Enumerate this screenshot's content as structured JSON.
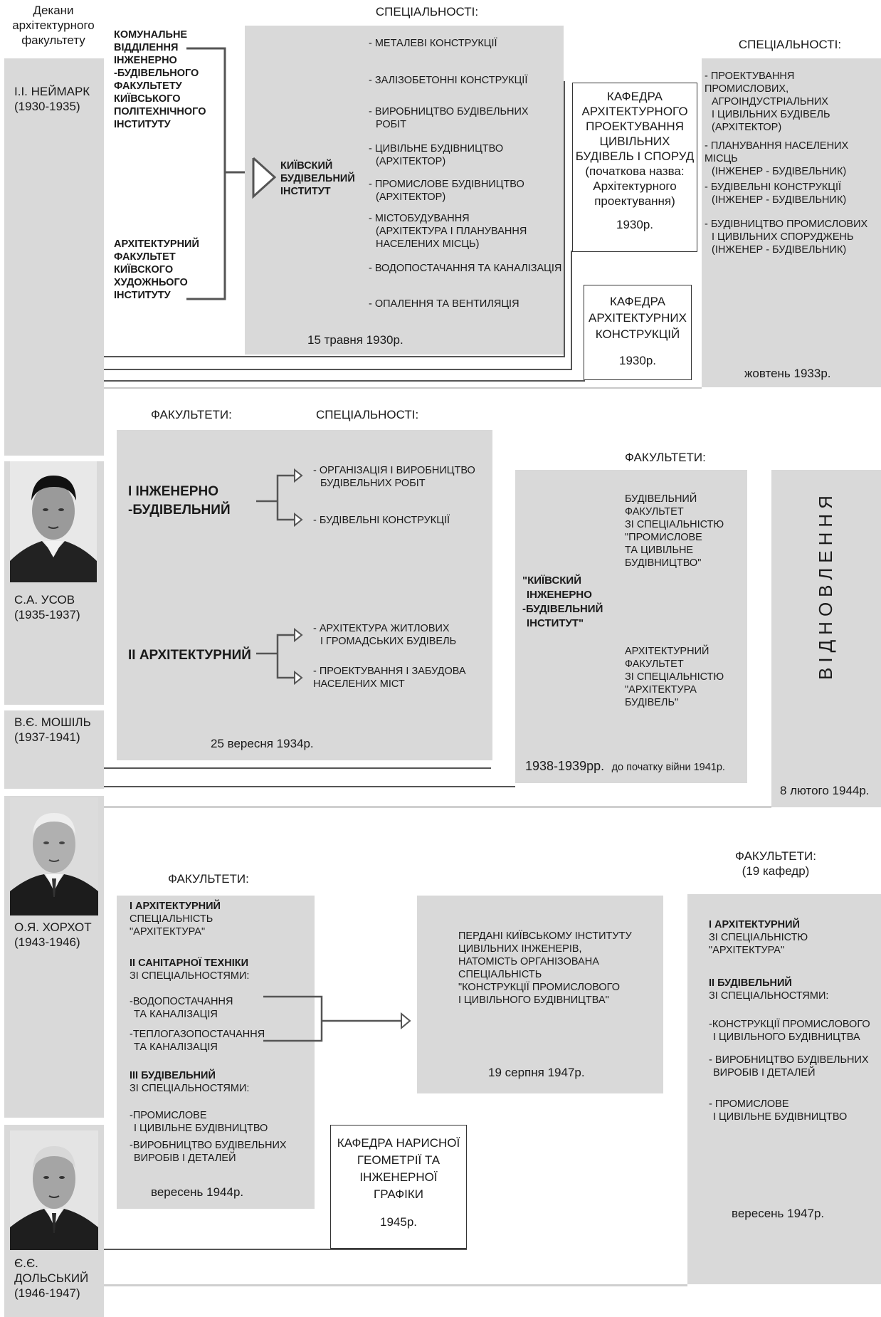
{
  "deans": {
    "header": [
      "Декани",
      "архітектурного",
      "факультету"
    ],
    "list": [
      {
        "name": "І.І. НЕЙМАРК",
        "years": "(1930-1935)"
      },
      {
        "name": "С.А. УСОВ",
        "years": "(1935-1937)"
      },
      {
        "name": "В.Є. МОШІЛЬ",
        "years": "(1937-1941)"
      },
      {
        "name": "О.Я. ХОРХОТ",
        "years": "(1943-1946)"
      },
      {
        "name": "Є.Є.",
        "name2": "ДОЛЬСЬКИЙ",
        "years": "(1946-1947)"
      }
    ]
  },
  "section1": {
    "origins": [
      [
        "КОМУНАЛЬНЕ",
        "ВІДДІЛЕННЯ",
        "ІНЖЕНЕРНО",
        "-БУДІВЕЛЬНОГО",
        "ФАКУЛЬТЕТУ",
        "КИЇВСЬКОГО",
        "ПОЛІТЕХНІЧНОГО",
        "ІНСТИТУТУ"
      ],
      [
        "АРХІТЕКТУРНИЙ",
        "ФАКУЛЬТЕТ",
        "КИЇВСКОГО",
        "ХУДОЖНЬОГО",
        "ІНСТИТУТУ"
      ]
    ],
    "institute": [
      "КИЇВСКИЙ",
      "БУДІВЕЛЬНИЙ",
      "ІНСТИТУТ"
    ],
    "spec_title": "СПЕЦІАЛЬНОСТІ:",
    "specs": [
      [
        "- МЕТАЛЕВІ КОНСТРУКЦІЇ"
      ],
      [
        "- ЗАЛІЗОБЕТОННІ КОНСТРУКЦІЇ"
      ],
      [
        "- ВИРОБНИЦТВО БУДІВЕЛЬНИХ",
        "  РОБІТ"
      ],
      [
        "- ЦИВІЛЬНЕ БУДІВНИЦТВО",
        "  (АРХІТЕКТОР)"
      ],
      [
        "- ПРОМИСЛОВЕ БУДІВНИЦТВО",
        "  (АРХІТЕКТОР)"
      ],
      [
        "- МІСТОБУДУВАННЯ",
        "  (АРХІТЕКТУРА І ПЛАНУВАННЯ",
        "  НАСЕЛЕНИХ МІСЦЬ)"
      ],
      [
        "- ВОДОПОСТАЧАННЯ ТА КАНАЛІЗАЦІЯ"
      ],
      [
        "- ОПАЛЕННЯ ТА ВЕНТИЛЯЦІЯ"
      ]
    ],
    "date": "15 травня 1930р.",
    "kafedra1": [
      "КАФЕДРА",
      "АРХІТЕКТУРНОГО",
      "ПРОЕКТУВАННЯ",
      "ЦИВІЛЬНИХ",
      "БУДІВЕЛЬ І СПОРУД",
      "(початкова назва:",
      "Архітектурного",
      "проектування)"
    ],
    "kafedra1_date": "1930р.",
    "kafedra2": [
      "КАФЕДРА",
      "АРХІТЕКТУРНИХ",
      "КОНСТРУКЦІЙ"
    ],
    "kafedra2_date": "1930р.",
    "spec2_title": "СПЕЦІАЛЬНОСТІ:",
    "specs2": [
      [
        "- ПРОЕКТУВАННЯ ПРОМИСЛОВИХ,",
        "  АГРОІНДУСТРІАЛЬНИХ",
        "  І ЦИВІЛЬНИХ БУДІВЕЛЬ",
        "  (АРХІТЕКТОР)"
      ],
      [
        "- ПЛАНУВАННЯ НАСЕЛЕНИХ МІСЦЬ",
        "  (ІНЖЕНЕР - БУДІВЕЛЬНИК)"
      ],
      [
        "- БУДІВЕЛЬНІ КОНСТРУКЦІЇ",
        "  (ІНЖЕНЕР - БУДІВЕЛЬНИК)"
      ],
      [
        "- БУДІВНИЦТВО ПРОМИСЛОВИХ",
        "  І ЦИВІЛЬНИХ СПОРУДЖЕНЬ",
        "  (ІНЖЕНЕР - БУДІВЕЛЬНИК)"
      ]
    ],
    "date2": "жовтень 1933р."
  },
  "section2": {
    "fac_title": "ФАКУЛЬТЕТИ:",
    "spec_title": "СПЕЦІАЛЬНОСТІ:",
    "fac1": [
      "І ІНЖЕНЕРНО",
      "-БУДІВЕЛЬНИЙ"
    ],
    "fac1_specs": [
      [
        "- ОРГАНІЗАЦІЯ І ВИРОБНИЦТВО",
        "  БУДІВЕЛЬНИХ РОБІТ"
      ],
      [
        "- БУДІВЕЛЬНІ КОНСТРУКЦІЇ"
      ]
    ],
    "fac2": "ІІ АРХІТЕКТУРНИЙ",
    "fac2_specs": [
      [
        "- АРХІТЕКТУРА ЖИТЛОВИХ",
        "  І ГРОМАДСЬКИХ БУДІВЕЛЬ"
      ],
      [
        "- ПРОЕКТУВАННЯ І ЗАБУДОВА",
        "НАСЕЛЕНИХ МІСТ"
      ]
    ],
    "date": "25 вересня 1934р.",
    "fac2_title": "ФАКУЛЬТЕТИ:",
    "kiev": [
      "\"КИЇВСКИЙ",
      "ІНЖЕНЕРНО",
      "-БУДІВЕЛЬНИЙ",
      "ІНСТИТУТ\""
    ],
    "bud_fac": [
      "БУДІВЕЛЬНИЙ",
      "ФАКУЛЬТЕТ",
      "ЗІ СПЕЦІАЛЬНІСТЮ",
      "\"ПРОМИСЛОВЕ",
      "ТА ЦИВІЛЬНЕ",
      "БУДІВНИЦТВО\""
    ],
    "arch_fac": [
      "АРХІТЕКТУРНИЙ",
      "ФАКУЛЬТЕТ",
      "ЗІ СПЕЦІАЛЬНІСТЮ",
      "\"АРХІТЕКТУРА",
      "БУДІВЕЛЬ\""
    ],
    "date2": "1938-1939рр.",
    "date2_note": "до початку війни 1941р.",
    "restore": "ВІДНОВЛЕННЯ",
    "restore_date": "8 лютого 1944р."
  },
  "section3": {
    "fac_title": "ФАКУЛЬТЕТИ:",
    "left": [
      {
        "bold": "І АРХІТЕКТУРНИЙ",
        "lines": [
          "СПЕЦІАЛЬНІСТЬ",
          "\"АРХІТЕКТУРА\""
        ]
      },
      {
        "bold": "ІІ САНІТАРНОЇ ТЕХНІКИ",
        "lines": [
          "ЗІ СПЕЦІАЛЬНОСТЯМИ:"
        ]
      },
      {
        "bold": "",
        "lines": [
          "-ВОДОПОСТАЧАННЯ",
          "  ТА КАНАЛІЗАЦІЯ"
        ]
      },
      {
        "bold": "",
        "lines": [
          "-ТЕПЛОГАЗОПОСТАЧАННЯ",
          "  ТА КАНАЛІЗАЦІЯ"
        ]
      },
      {
        "bold": "ІІІ БУДІВЕЛЬНИЙ",
        "lines": [
          "ЗІ СПЕЦІАЛЬНОСТЯМИ:"
        ]
      },
      {
        "bold": "",
        "lines": [
          "-ПРОМИСЛОВЕ",
          "  І ЦИВІЛЬНЕ БУДІВНИЦТВО"
        ]
      },
      {
        "bold": "",
        "lines": [
          "-ВИРОБНИЦТВО БУДІВЕЛЬНИХ",
          "  ВИРОБІВ І ДЕТАЛЕЙ"
        ]
      }
    ],
    "left_date": "вересень 1944р.",
    "transfer": [
      "ПЕРДАНІ КИЇВСЬКОМУ ІНСТИТУТУ",
      "ЦИВІЛЬНИХ ІНЖЕНЕРІВ,",
      "НАТОМІСТЬ ОРГАНІЗОВАНА",
      "СПЕЦІАЛЬНІСТЬ",
      "\"КОНСТРУКЦІЇ ПРОМИСЛОВОГО",
      "І ЦИВІЛЬНОГО БУДІВНИЦТВА\""
    ],
    "transfer_date": "19 серпня 1947р.",
    "kafedra": [
      "КАФЕДРА НАРИСНОЇ",
      "ГЕОМЕТРІЇ ТА",
      "ІНЖЕНЕРНОЇ",
      "ГРАФІКИ"
    ],
    "kafedra_date": "1945р.",
    "right_title": [
      "ФАКУЛЬТЕТИ:",
      "(19 кафедр)"
    ],
    "right": [
      {
        "bold": "І АРХІТЕКТУРНИЙ",
        "lines": [
          "ЗІ СПЕЦІАЛЬНІСТЮ",
          "\"АРХІТЕКТУРА\""
        ]
      },
      {
        "bold": "ІІ БУДІВЕЛЬНИЙ",
        "lines": [
          "ЗІ СПЕЦІАЛЬНОСТЯМИ:"
        ]
      },
      {
        "bold": "",
        "lines": [
          "-КОНСТРУКЦІЇ ПРОМИСЛОВОГО",
          "  І ЦИВІЛЬНОГО БУДІВНИЦТВА"
        ]
      },
      {
        "bold": "",
        "lines": [
          "- ВИРОБНИЦТВО БУДІВЕЛЬНИХ",
          "  ВИРОБІВ І ДЕТАЛЕЙ"
        ]
      },
      {
        "bold": "",
        "lines": [
          "- ПРОМИСЛОВЕ",
          "  І ЦИВІЛЬНЕ БУДІВНИЦТВО"
        ]
      }
    ],
    "right_date": "вересень 1947р."
  }
}
